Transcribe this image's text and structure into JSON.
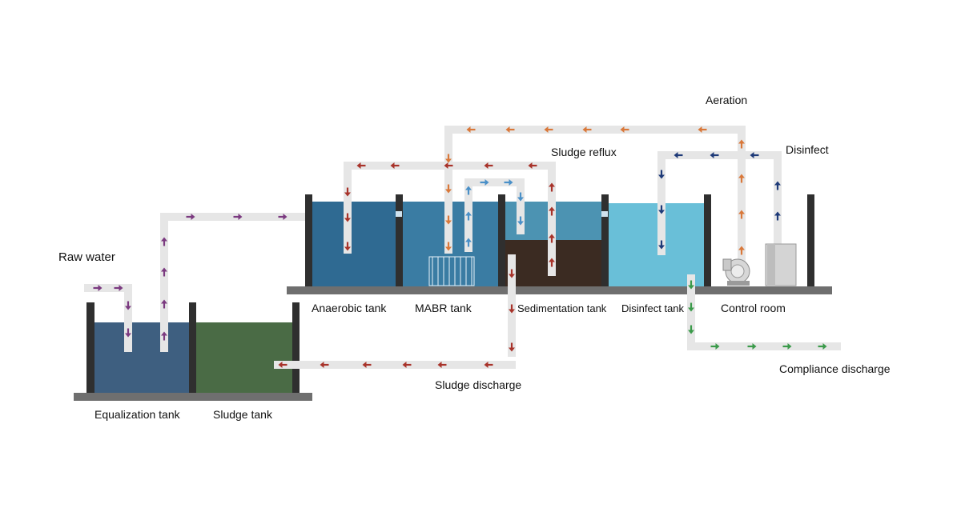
{
  "labels": {
    "raw_water": "Raw water",
    "aeration": "Aeration",
    "disinfect": "Disinfect",
    "sludge_reflux": "Sludge reflux",
    "anaerobic_tank": "Anaerobic  tank",
    "mabr_tank": "MABR tank",
    "sedimentation_tank": "Sedimentation tank",
    "disinfect_tank": "Disinfect tank",
    "control_room": "Control room",
    "equalization_tank": "Equalization tank",
    "sludge_tank": "Sludge tank",
    "sludge_discharge": "Sludge discharge",
    "compliance_discharge": "Compliance discharge"
  },
  "colors": {
    "pipe": "#e6e6e6",
    "raw_flow_arrow": "#7b3a80",
    "air_flow_arrow": "#d9783a",
    "sludge_flow_arrow": "#a8332a",
    "disinfect_flow_arrow": "#1e3a78",
    "internal_flow_arrow": "#4a90c8",
    "discharge_flow_arrow": "#3a9a4a",
    "equalization_water": "#3e5f80",
    "sludge_tank_fill": "#4a6b45",
    "anaerobic_water": "#2f6a92",
    "mabr_water": "#3a7ca3",
    "sedimentation_sludge": "#3b2b22",
    "sedimentation_water": "#4c93b2",
    "disinfect_water": "#69bfd8",
    "walls": "#2f2f2f",
    "base": "#6f6f6f"
  },
  "icons": {
    "blower": "blower-icon",
    "cabinet": "control-cabinet-icon",
    "membrane": "mabr-membrane-icon"
  }
}
